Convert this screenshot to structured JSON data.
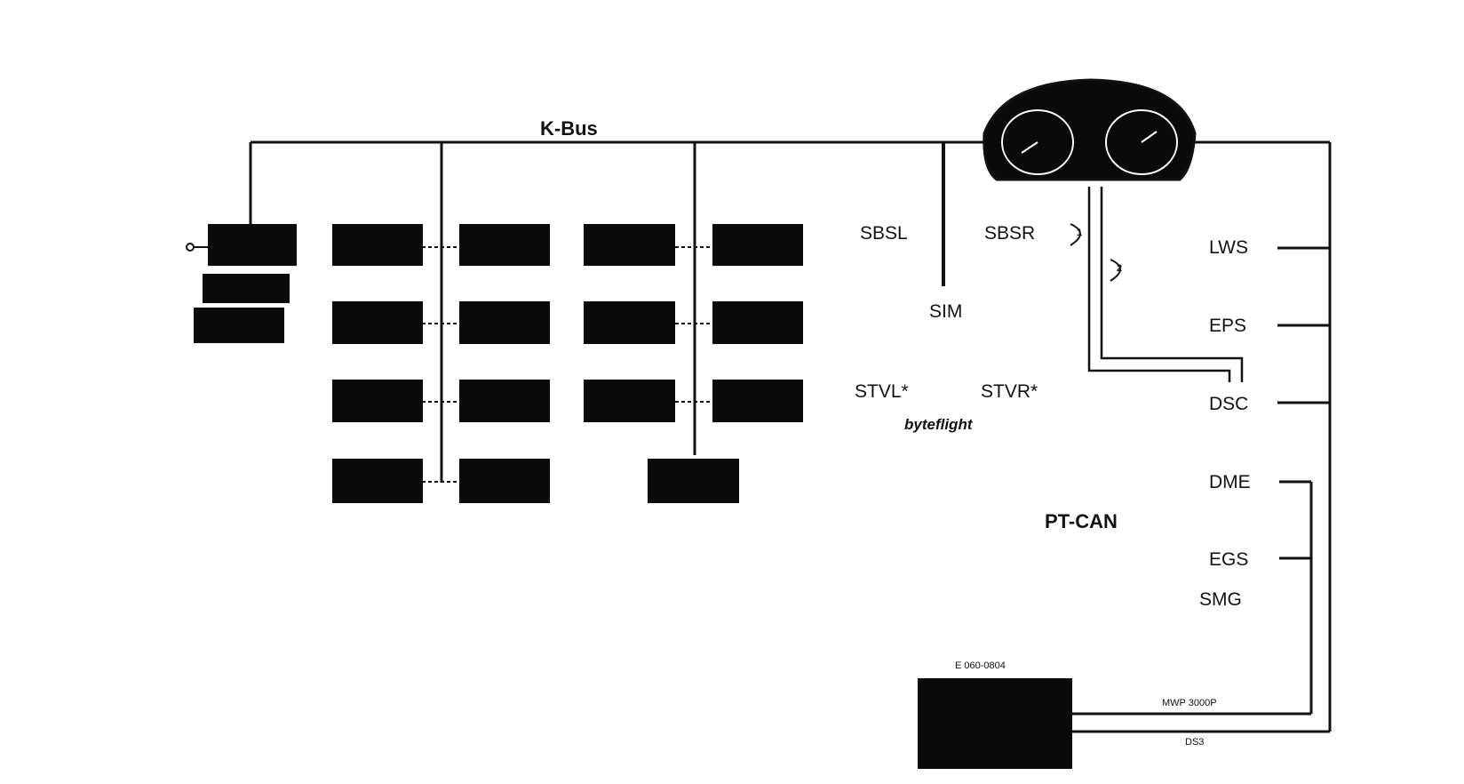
{
  "diagram": {
    "kbus_label": "K-Bus",
    "sbsl": "SBSL",
    "sbsr": "SBSR",
    "sim": "SIM",
    "stvl": "STVL*",
    "stvr": "STVR*",
    "byteflight": "byteflight",
    "ptcan": "PT-CAN",
    "lws": "LWS",
    "eps": "EPS",
    "dsc": "DSC",
    "dme": "DME",
    "egs": "EGS",
    "smg": "SMG",
    "marker1": "1",
    "marker2": "2",
    "device_top_label": "E 060-0804",
    "device_wire_upper": "MWP 3000P",
    "device_wire_lower": "DS3"
  },
  "colors": {
    "line": "#111111",
    "module_fill": "#0a0a0a",
    "background": "#ffffff"
  }
}
